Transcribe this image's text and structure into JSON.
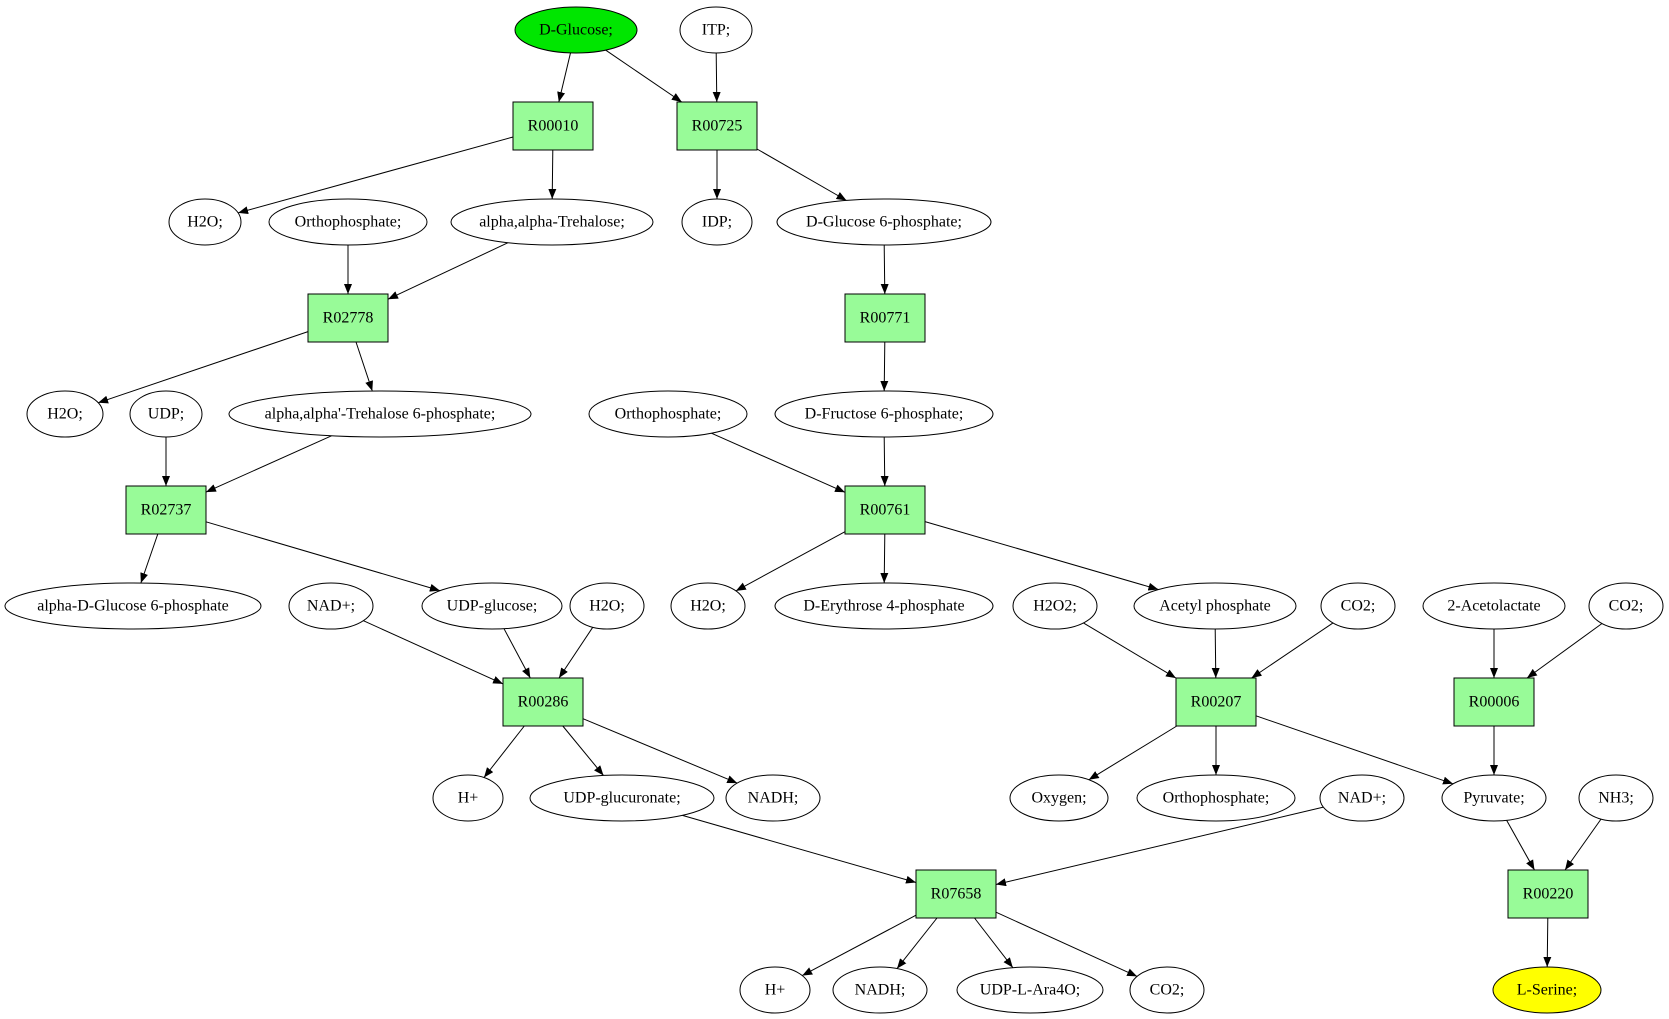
{
  "colors": {
    "start": "#00e600",
    "end": "#ffff00",
    "reaction": "#98fb98"
  },
  "nodes": [
    {
      "id": "c_dglucose",
      "kind": "compound",
      "role": "start",
      "label": "D-Glucose;"
    },
    {
      "id": "c_itp",
      "kind": "compound",
      "label": "ITP;"
    },
    {
      "id": "r_r00010",
      "kind": "reaction",
      "label": "R00010"
    },
    {
      "id": "r_r00725",
      "kind": "reaction",
      "label": "R00725"
    },
    {
      "id": "c_h2o_1",
      "kind": "compound",
      "label": "H2O;"
    },
    {
      "id": "c_orthophosphate_1",
      "kind": "compound",
      "label": "Orthophosphate;"
    },
    {
      "id": "c_trehalose",
      "kind": "compound",
      "label": "alpha,alpha-Trehalose;"
    },
    {
      "id": "c_idp",
      "kind": "compound",
      "label": "IDP;"
    },
    {
      "id": "c_g6p",
      "kind": "compound",
      "label": "D-Glucose 6-phosphate;"
    },
    {
      "id": "r_r02778",
      "kind": "reaction",
      "label": "R02778"
    },
    {
      "id": "r_r00771",
      "kind": "reaction",
      "label": "R00771"
    },
    {
      "id": "c_h2o_2",
      "kind": "compound",
      "label": "H2O;"
    },
    {
      "id": "c_udp",
      "kind": "compound",
      "label": "UDP;"
    },
    {
      "id": "c_trehalose6p",
      "kind": "compound",
      "label": "alpha,alpha'-Trehalose 6-phosphate;"
    },
    {
      "id": "c_orthophosphate_2",
      "kind": "compound",
      "label": "Orthophosphate;"
    },
    {
      "id": "c_f6p",
      "kind": "compound",
      "label": "D-Fructose 6-phosphate;"
    },
    {
      "id": "r_r02737",
      "kind": "reaction",
      "label": "R02737"
    },
    {
      "id": "r_r00761",
      "kind": "reaction",
      "label": "R00761"
    },
    {
      "id": "c_adg6p",
      "kind": "compound",
      "label": "alpha-D-Glucose 6-phosphate"
    },
    {
      "id": "c_nadp_1",
      "kind": "compound",
      "label": "NAD+;"
    },
    {
      "id": "c_udpglucose",
      "kind": "compound",
      "label": "UDP-glucose;"
    },
    {
      "id": "c_h2o_3",
      "kind": "compound",
      "label": "H2O;"
    },
    {
      "id": "c_h2o_4",
      "kind": "compound",
      "label": "H2O;"
    },
    {
      "id": "c_e4p",
      "kind": "compound",
      "label": "D-Erythrose 4-phosphate"
    },
    {
      "id": "c_h2o2",
      "kind": "compound",
      "label": "H2O2;"
    },
    {
      "id": "c_acetylp",
      "kind": "compound",
      "label": "Acetyl phosphate"
    },
    {
      "id": "c_co2_1",
      "kind": "compound",
      "label": "CO2;"
    },
    {
      "id": "c_acetolactate",
      "kind": "compound",
      "label": "2-Acetolactate"
    },
    {
      "id": "c_co2_2",
      "kind": "compound",
      "label": "CO2;"
    },
    {
      "id": "r_r00286",
      "kind": "reaction",
      "label": "R00286"
    },
    {
      "id": "r_r00207",
      "kind": "reaction",
      "label": "R00207"
    },
    {
      "id": "r_r00006",
      "kind": "reaction",
      "label": "R00006"
    },
    {
      "id": "c_hplus_1",
      "kind": "compound",
      "label": "H+"
    },
    {
      "id": "c_udpglucuronate",
      "kind": "compound",
      "label": "UDP-glucuronate;"
    },
    {
      "id": "c_nadh_1",
      "kind": "compound",
      "label": "NADH;"
    },
    {
      "id": "c_oxygen",
      "kind": "compound",
      "label": "Oxygen;"
    },
    {
      "id": "c_orthophosphate_3",
      "kind": "compound",
      "label": "Orthophosphate;"
    },
    {
      "id": "c_nadp_2",
      "kind": "compound",
      "label": "NAD+;"
    },
    {
      "id": "c_pyruvate",
      "kind": "compound",
      "label": "Pyruvate;"
    },
    {
      "id": "c_nh3",
      "kind": "compound",
      "label": "NH3;"
    },
    {
      "id": "r_r07658",
      "kind": "reaction",
      "label": "R07658"
    },
    {
      "id": "r_r00220",
      "kind": "reaction",
      "label": "R00220"
    },
    {
      "id": "c_hplus_2",
      "kind": "compound",
      "label": "H+"
    },
    {
      "id": "c_nadh_2",
      "kind": "compound",
      "label": "NADH;"
    },
    {
      "id": "c_udpara4o",
      "kind": "compound",
      "label": "UDP-L-Ara4O;"
    },
    {
      "id": "c_co2_3",
      "kind": "compound",
      "label": "CO2;"
    },
    {
      "id": "c_lserine",
      "kind": "compound",
      "role": "end",
      "label": "L-Serine;"
    }
  ],
  "edges": [
    [
      "c_dglucose",
      "r_r00010"
    ],
    [
      "c_dglucose",
      "r_r00725"
    ],
    [
      "c_itp",
      "r_r00725"
    ],
    [
      "r_r00010",
      "c_h2o_1"
    ],
    [
      "r_r00010",
      "c_trehalose"
    ],
    [
      "r_r00725",
      "c_idp"
    ],
    [
      "r_r00725",
      "c_g6p"
    ],
    [
      "c_orthophosphate_1",
      "r_r02778"
    ],
    [
      "c_trehalose",
      "r_r02778"
    ],
    [
      "c_g6p",
      "r_r00771"
    ],
    [
      "r_r02778",
      "c_h2o_2"
    ],
    [
      "r_r02778",
      "c_trehalose6p"
    ],
    [
      "r_r00771",
      "c_f6p"
    ],
    [
      "c_udp",
      "r_r02737"
    ],
    [
      "c_trehalose6p",
      "r_r02737"
    ],
    [
      "c_orthophosphate_2",
      "r_r00761"
    ],
    [
      "c_f6p",
      "r_r00761"
    ],
    [
      "r_r02737",
      "c_adg6p"
    ],
    [
      "r_r02737",
      "c_udpglucose"
    ],
    [
      "r_r00761",
      "c_h2o_4"
    ],
    [
      "r_r00761",
      "c_e4p"
    ],
    [
      "r_r00761",
      "c_acetylp"
    ],
    [
      "c_nadp_1",
      "r_r00286"
    ],
    [
      "c_udpglucose",
      "r_r00286"
    ],
    [
      "c_h2o_3",
      "r_r00286"
    ],
    [
      "c_h2o2",
      "r_r00207"
    ],
    [
      "c_acetylp",
      "r_r00207"
    ],
    [
      "c_co2_1",
      "r_r00207"
    ],
    [
      "c_acetolactate",
      "r_r00006"
    ],
    [
      "c_co2_2",
      "r_r00006"
    ],
    [
      "r_r00286",
      "c_hplus_1"
    ],
    [
      "r_r00286",
      "c_udpglucuronate"
    ],
    [
      "r_r00286",
      "c_nadh_1"
    ],
    [
      "r_r00207",
      "c_oxygen"
    ],
    [
      "r_r00207",
      "c_orthophosphate_3"
    ],
    [
      "r_r00207",
      "c_pyruvate"
    ],
    [
      "r_r00006",
      "c_pyruvate"
    ],
    [
      "c_udpglucuronate",
      "r_r07658"
    ],
    [
      "c_nadp_2",
      "r_r07658"
    ],
    [
      "c_pyruvate",
      "r_r00220"
    ],
    [
      "c_nh3",
      "r_r00220"
    ],
    [
      "r_r07658",
      "c_hplus_2"
    ],
    [
      "r_r07658",
      "c_nadh_2"
    ],
    [
      "r_r07658",
      "c_udpara4o"
    ],
    [
      "r_r07658",
      "c_co2_3"
    ],
    [
      "r_r00220",
      "c_lserine"
    ]
  ]
}
